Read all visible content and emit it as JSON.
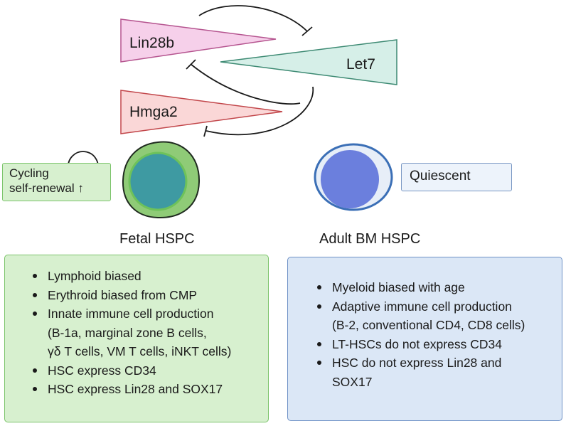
{
  "genes": {
    "lin28b": "Lin28b",
    "let7": "Let7",
    "hmga2": "Hmga2"
  },
  "cycling_box": {
    "line1": "Cycling",
    "line2": "self-renewal ↑"
  },
  "quiescent_box": {
    "label": "Quiescent"
  },
  "fetal": {
    "caption": "Fetal HSPC",
    "items": [
      "Lymphoid biased",
      "Erythroid biased from CMP",
      "Innate immune cell production",
      "(B-1a, marginal zone B cells,",
      "γδ T cells, VM T cells, iNKT cells)",
      "HSC express CD34",
      "HSC express Lin28 and SOX17"
    ]
  },
  "adult": {
    "caption": "Adult BM HSPC",
    "items": [
      "Myeloid biased with age",
      "Adaptive immune cell production",
      "(B-2, conventional CD4, CD8 cells)",
      "LT-HSCs do not express CD34",
      "HSC do not express Lin28 and",
      "SOX17"
    ]
  },
  "colors": {
    "lin28b_fill": "#f6d0ea",
    "lin28b_stroke": "#b5548f",
    "let7_fill": "#d6efe8",
    "let7_stroke": "#3d8a73",
    "hmga2_fill": "#fad7d7",
    "hmga2_stroke": "#c2474b",
    "fetal_cell_outer": "#8fcb77",
    "fetal_cell_inner": "#3e9aa2",
    "adult_cell_outer": "#e7eef8",
    "adult_cell_inner": "#6b7fdd"
  },
  "icons": [
    "cycle-arrow-icon",
    "inhibition-arrow-icon",
    "bullet-icon"
  ]
}
